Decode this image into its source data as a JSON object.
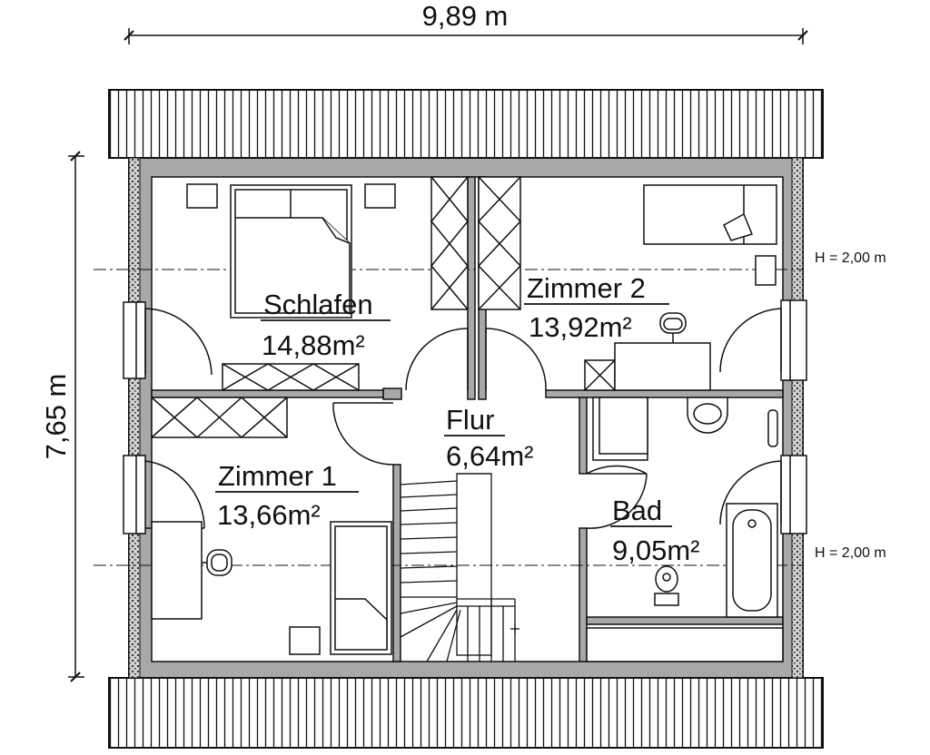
{
  "dimensions": {
    "width": "9,89 m",
    "depth": "7,65 m"
  },
  "height_lines": [
    {
      "label": "H = 2,00 m"
    },
    {
      "label": "H = 2,00 m"
    }
  ],
  "rooms": {
    "schlafen": {
      "name": "Schlafen",
      "area": "14,88m²"
    },
    "zimmer2": {
      "name": "Zimmer 2",
      "area": "13,92m²"
    },
    "flur": {
      "name": "Flur",
      "area": "6,64m²"
    },
    "zimmer1": {
      "name": "Zimmer 1",
      "area": "13,66m²"
    },
    "bad": {
      "name": "Bad",
      "area": "9,05m²"
    }
  },
  "colors": {
    "line": "#111111",
    "wall": "#a8a8a8",
    "background": "#ffffff"
  }
}
